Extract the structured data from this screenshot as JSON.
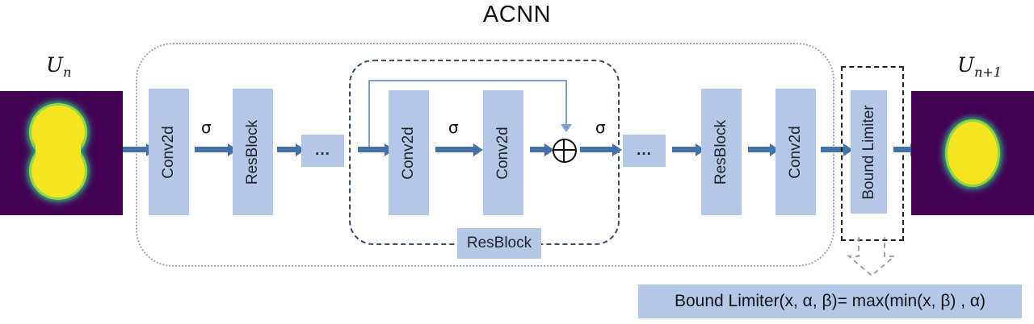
{
  "diagram": {
    "title": "ACNN",
    "input_label": "U",
    "input_sub": "n",
    "output_label": "U",
    "output_sub": "n+1",
    "activation_symbol": "σ",
    "add_symbol": "⊕",
    "ellipsis": "...",
    "colors": {
      "block_fill": "#b4c7e7",
      "arrow_blue": "#4472a8",
      "skip_blue": "#7ba2cf",
      "outer_border": "#9aa7bb",
      "dashed_border": "#3c4a5e",
      "field_background": "#440154",
      "field_blob": "#f5e520"
    },
    "main_blocks": [
      {
        "label": "Conv2d"
      },
      {
        "label": "ResBlock"
      },
      {
        "label": "..."
      },
      {
        "label": "Conv2d"
      },
      {
        "label": "Conv2d"
      },
      {
        "label": "..."
      },
      {
        "label": "ResBlock"
      },
      {
        "label": "Conv2d"
      },
      {
        "label": "Bound Limiter"
      }
    ],
    "resblock_caption": "ResBlock",
    "formula": {
      "lhs": "Bound Limiter(",
      "args": "x, α, β",
      "eq": ")= ",
      "rhs": "max(min(x, β) , α)",
      "full": "Bound Limiter(x, α, β)= max(min(x, β) , α)"
    },
    "sigmas": [
      "σ",
      "σ",
      "σ"
    ]
  }
}
